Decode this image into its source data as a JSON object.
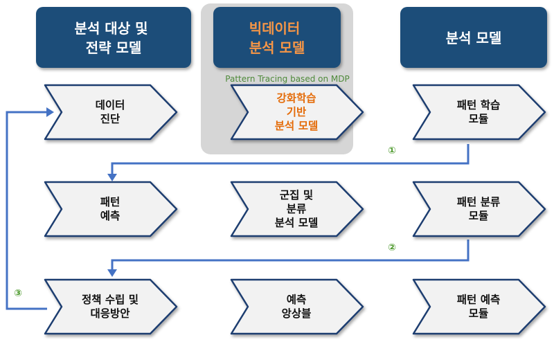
{
  "headers": {
    "left": [
      "분석 대상 및",
      "전략 모델"
    ],
    "center": [
      "빅데이터",
      "분석 모델"
    ],
    "right": [
      "분석 모델"
    ]
  },
  "center_subtitle": "Pattern Tracing based on MDP",
  "rows": [
    [
      {
        "lines": [
          "데이터",
          "진단"
        ],
        "style": "normal"
      },
      {
        "lines": [
          "강화학습",
          "기반",
          "분석 모델"
        ],
        "style": "orange"
      },
      {
        "lines": [
          "패턴 학습",
          "모듈"
        ],
        "style": "normal"
      }
    ],
    [
      {
        "lines": [
          "패턴",
          "예측"
        ],
        "style": "normal"
      },
      {
        "lines": [
          "군집 및",
          "분류",
          "분석 모델"
        ],
        "style": "normal"
      },
      {
        "lines": [
          "패턴 분류",
          "모듈"
        ],
        "style": "normal"
      }
    ],
    [
      {
        "lines": [
          "정책 수립 및",
          "대응방안"
        ],
        "style": "normal"
      },
      {
        "lines": [
          "예측",
          "앙상블"
        ],
        "style": "normal"
      },
      {
        "lines": [
          "패턴 예측",
          "모듈"
        ],
        "style": "normal"
      }
    ]
  ],
  "flow_markers": [
    "①",
    "②",
    "③"
  ],
  "colors": {
    "header_bg": "#1f4e79",
    "center_panel_bg": "#d6d6d6",
    "arrow_fill": "#f2f2f2",
    "arrow_stroke": "#1f3e70",
    "connector": "#4472c4",
    "marker": "#4e9a2e",
    "highlight_text": "#e46c0a"
  }
}
